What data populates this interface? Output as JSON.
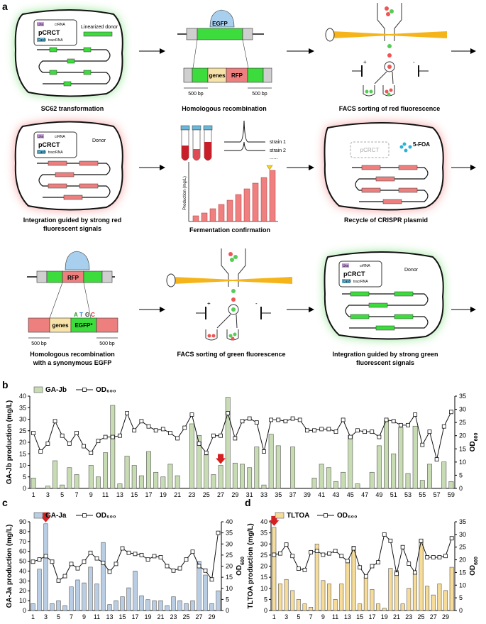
{
  "panel_labels": {
    "a": "a",
    "b": "b",
    "c": "c",
    "d": "d"
  },
  "panel_a": {
    "row1": {
      "s1": {
        "plasmid": "pCRCT",
        "ura": "Ura",
        "crrna": "crRNA",
        "cas9": "Cas9",
        "tracr": "tracrRNA",
        "donor": "Linearized donor",
        "caption": "SC62 transformation"
      },
      "s2": {
        "egfp": "EGFP",
        "genes": "genes",
        "rfp": "RFP",
        "bp_left": "500 bp",
        "bp_right": "500 bp",
        "caption": "Homologous recombination"
      },
      "s3": {
        "plus": "+",
        "minus": "-",
        "caption": "FACS sorting of red fluorescence"
      }
    },
    "row2": {
      "s1": {
        "plasmid": "pCRCT",
        "ura": "Ura",
        "crrna": "crRNA",
        "cas9": "Cas9",
        "tracr": "tracrRNA",
        "donor": "Donor",
        "caption_line1": "Integration guided by strong red",
        "caption_line2": "fluorescent signals"
      },
      "s2": {
        "strain1": "strain 1",
        "strain2": "strain 2",
        "dots": "......",
        "ylabel": "Production (mg/L)",
        "caption": "Fermentation confirmation"
      },
      "s3": {
        "plasmid": "pCRCT",
        "foa": "5-FOA",
        "caption": "Recycle of CRISPR plasmid"
      }
    },
    "row3": {
      "s1": {
        "rfp": "RFP",
        "genes": "genes",
        "egfp": "EGFP*",
        "bases": [
          "A",
          "T",
          "G",
          "C"
        ],
        "bp_left": "500 bp",
        "bp_right": "500 bp",
        "caption_line1": "Homologous recombination",
        "caption_line2": "with a synonymous EGFP"
      },
      "s2": {
        "plus": "+",
        "minus": "-",
        "caption": "FACS sorting of green fluorescence"
      },
      "s3": {
        "plasmid": "pCRCT",
        "ura": "Ura",
        "crrna": "crRNA",
        "cas9": "Cas9",
        "tracr": "tracrRNA",
        "donor": "Donor",
        "caption_line1": "Integration guided by strong green",
        "caption_line2": "fluorescent signals"
      }
    }
  },
  "chart_data": [
    {
      "type": "bar",
      "panel": "b",
      "bar_color": "#c8dcb4",
      "series": [
        {
          "name": "GA-Jb",
          "values": [
            4.5,
            0,
            1,
            12,
            1.5,
            9,
            6,
            0,
            10,
            5,
            15.5,
            36,
            2,
            14,
            10,
            5.5,
            16,
            7,
            5,
            10.5,
            5.5,
            0,
            28,
            23,
            14.5,
            6,
            10,
            39.5,
            11,
            10.5,
            9,
            18,
            1.5,
            23.5,
            18.5,
            0,
            18,
            0,
            0,
            4.5,
            10.5,
            9,
            3,
            7,
            23,
            2,
            0,
            7,
            18.5,
            29.5,
            15,
            26.5,
            6.5,
            27,
            3.5,
            10.5,
            0,
            11.5,
            3
          ]
        },
        {
          "name": "OD₆₀₀",
          "axis": "right",
          "values": [
            21,
            14,
            17,
            25.5,
            20,
            17,
            21,
            16,
            13.5,
            18,
            19.5,
            19.5,
            20,
            28.5,
            22,
            25.5,
            23.5,
            22,
            22.5,
            21,
            19,
            23,
            28,
            17,
            13.5,
            20,
            20,
            28.5,
            19,
            25.5,
            26.5,
            25,
            14,
            26,
            26,
            25.5,
            26.5,
            26,
            22,
            22,
            22.5,
            22.5,
            21.5,
            26,
            19.5,
            22,
            21.5,
            21.5,
            19.5,
            26,
            25.5,
            24,
            24,
            28,
            16.5,
            21.5,
            11,
            23.5,
            29
          ]
        }
      ],
      "x": [
        1,
        2,
        3,
        4,
        5,
        6,
        7,
        8,
        9,
        10,
        11,
        12,
        13,
        14,
        15,
        16,
        17,
        18,
        19,
        20,
        21,
        22,
        23,
        24,
        25,
        26,
        27,
        28,
        29,
        30,
        31,
        32,
        33,
        34,
        35,
        36,
        37,
        38,
        39,
        40,
        41,
        42,
        43,
        44,
        45,
        46,
        47,
        48,
        49,
        50,
        51,
        52,
        53,
        54,
        55,
        56,
        57,
        58,
        59
      ],
      "xticks": [
        1,
        3,
        5,
        7,
        9,
        11,
        13,
        15,
        17,
        19,
        21,
        23,
        25,
        27,
        29,
        31,
        33,
        35,
        37,
        39,
        41,
        43,
        45,
        47,
        49,
        51,
        53,
        55,
        57,
        59
      ],
      "ylabel": "GA-Jb production (mg/L)",
      "y2label": "OD600",
      "ylim": [
        0,
        40
      ],
      "y2lim": [
        0,
        35
      ],
      "yticks": [
        0,
        5,
        10,
        15,
        20,
        25,
        30,
        35,
        40
      ],
      "y2ticks": [
        0,
        5,
        10,
        15,
        20,
        25,
        30,
        35
      ],
      "highlight_x": 27,
      "legend": "top-left"
    },
    {
      "type": "bar",
      "panel": "c",
      "bar_color": "#b9cee4",
      "series": [
        {
          "name": "GA-Ja",
          "values": [
            7,
            42,
            88,
            7,
            10,
            5,
            24,
            31,
            28,
            44,
            27,
            69,
            6,
            10,
            14,
            23,
            40,
            15,
            11,
            10,
            10,
            5,
            14,
            10,
            7,
            10,
            50,
            36,
            7,
            20
          ]
        },
        {
          "name": "OD₆₀₀",
          "axis": "right",
          "values": [
            22,
            23,
            24.5,
            22,
            13.5,
            15.5,
            21,
            19,
            22,
            26,
            23.5,
            21.5,
            17.5,
            21,
            28,
            26,
            25.5,
            25,
            23,
            24.5,
            24,
            20,
            18,
            19,
            23,
            26.5,
            20,
            18,
            14,
            35
          ]
        }
      ],
      "x": [
        1,
        2,
        3,
        4,
        5,
        6,
        7,
        8,
        9,
        10,
        11,
        12,
        13,
        14,
        15,
        16,
        17,
        18,
        19,
        20,
        21,
        22,
        23,
        24,
        25,
        26,
        27,
        28,
        29,
        30
      ],
      "xticks": [
        1,
        3,
        5,
        7,
        9,
        11,
        13,
        15,
        17,
        19,
        21,
        23,
        25,
        27,
        29
      ],
      "ylabel": "GA-Ja production (mg/L)",
      "y2label": "OD600",
      "ylim": [
        0,
        90
      ],
      "y2lim": [
        0,
        40
      ],
      "yticks": [
        0,
        10,
        20,
        30,
        40,
        50,
        60,
        70,
        80,
        90
      ],
      "y2ticks": [
        0,
        5,
        10,
        15,
        20,
        25,
        30,
        35,
        40
      ],
      "highlight_x": 3,
      "legend": "top-left"
    },
    {
      "type": "bar",
      "panel": "d",
      "bar_color": "#f6dc98",
      "series": [
        {
          "name": "TLTOA",
          "values": [
            37.5,
            12,
            14,
            9,
            5,
            3,
            1.5,
            30,
            13.5,
            12,
            5,
            12,
            21.5,
            29,
            3,
            15,
            9.5,
            3,
            1,
            19,
            18,
            3,
            10,
            17,
            32,
            11,
            7,
            12,
            9,
            19.5
          ]
        },
        {
          "name": "OD₆₀₀",
          "axis": "right",
          "values": [
            22,
            22.5,
            26,
            21.5,
            16.5,
            16,
            23,
            23.5,
            22,
            22.5,
            23.5,
            21.5,
            19.5,
            24.5,
            17,
            13.5,
            17.5,
            19,
            30,
            27.5,
            14.5,
            25,
            18.5,
            15,
            27.5,
            21,
            21,
            21,
            21.5,
            28.5
          ]
        }
      ],
      "x": [
        1,
        2,
        3,
        4,
        5,
        6,
        7,
        8,
        9,
        10,
        11,
        12,
        13,
        14,
        15,
        16,
        17,
        18,
        19,
        20,
        21,
        22,
        23,
        24,
        25,
        26,
        27,
        28,
        29,
        30
      ],
      "xticks": [
        1,
        3,
        5,
        7,
        9,
        11,
        13,
        15,
        17,
        19,
        21,
        23,
        25,
        27,
        29
      ],
      "ylabel": "TLTOA production (mg/L)",
      "y2label": "OD600",
      "ylim": [
        0,
        40
      ],
      "y2lim": [
        0,
        35
      ],
      "yticks": [
        0,
        5,
        10,
        15,
        20,
        25,
        30,
        35,
        40
      ],
      "y2ticks": [
        0,
        5,
        10,
        15,
        20,
        25,
        30,
        35
      ],
      "highlight_x": 1,
      "legend": "top-left"
    }
  ]
}
